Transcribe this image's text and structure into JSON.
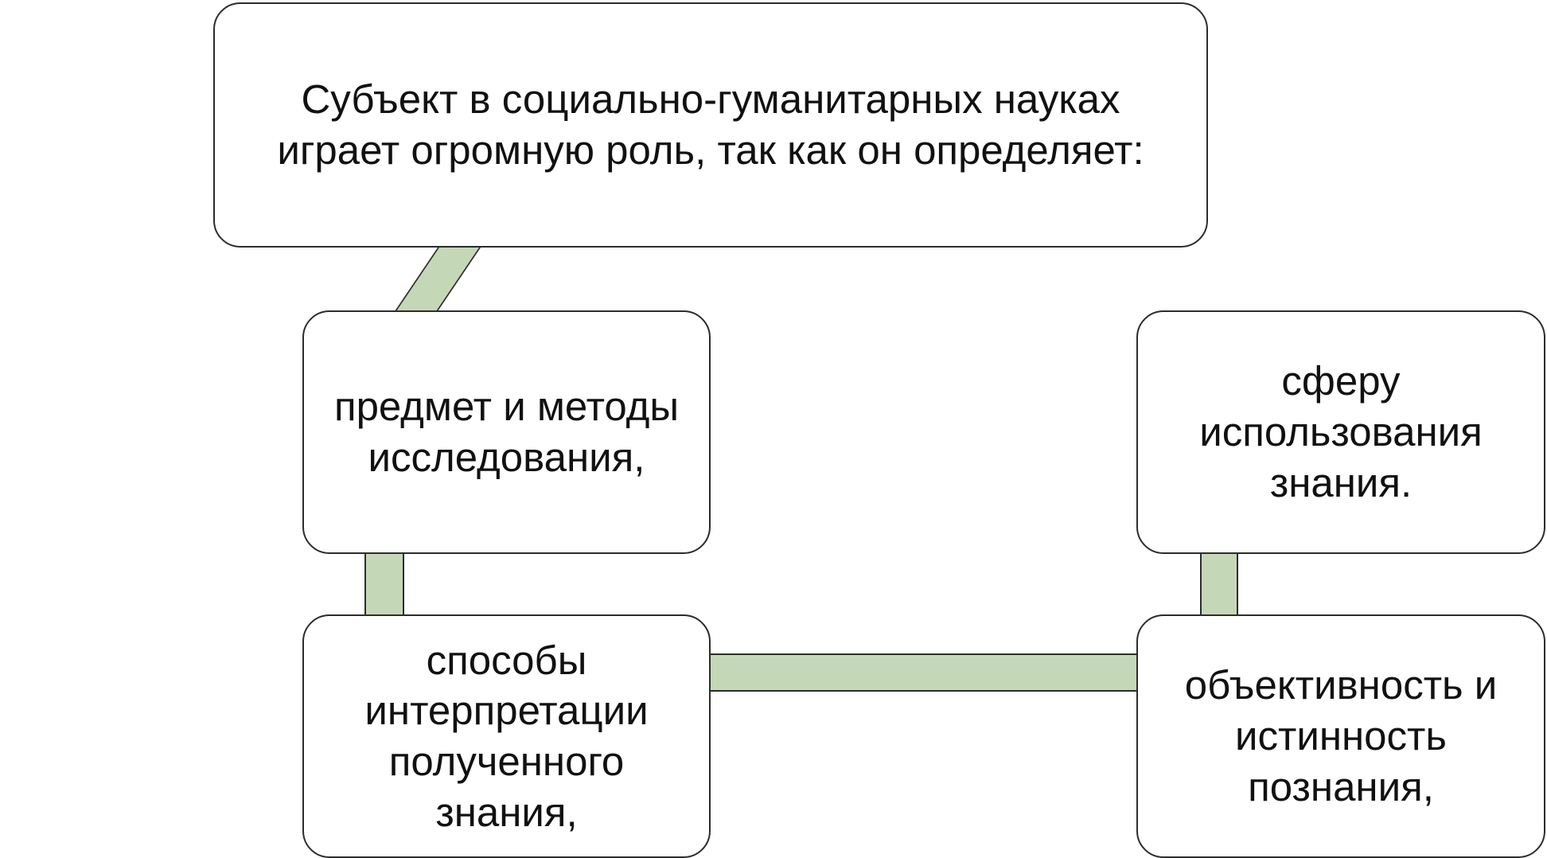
{
  "diagram": {
    "root": {
      "text": "Субъект в социально-гуманитарных науках\nиграет огромную роль, так как он определяет:"
    },
    "items": [
      {
        "text": "предмет и методы\nисследования,"
      },
      {
        "text": "способы\nинтерпретации\nполученного\nзнания,"
      },
      {
        "text": "объективность и\nистинность\nпознания,"
      },
      {
        "text": "сферу\nиспользования\nзнания."
      }
    ],
    "colors": {
      "connector_fill": "#c4d8b8",
      "border": "#2c2c2c",
      "box_fill": "#ffffff"
    }
  }
}
